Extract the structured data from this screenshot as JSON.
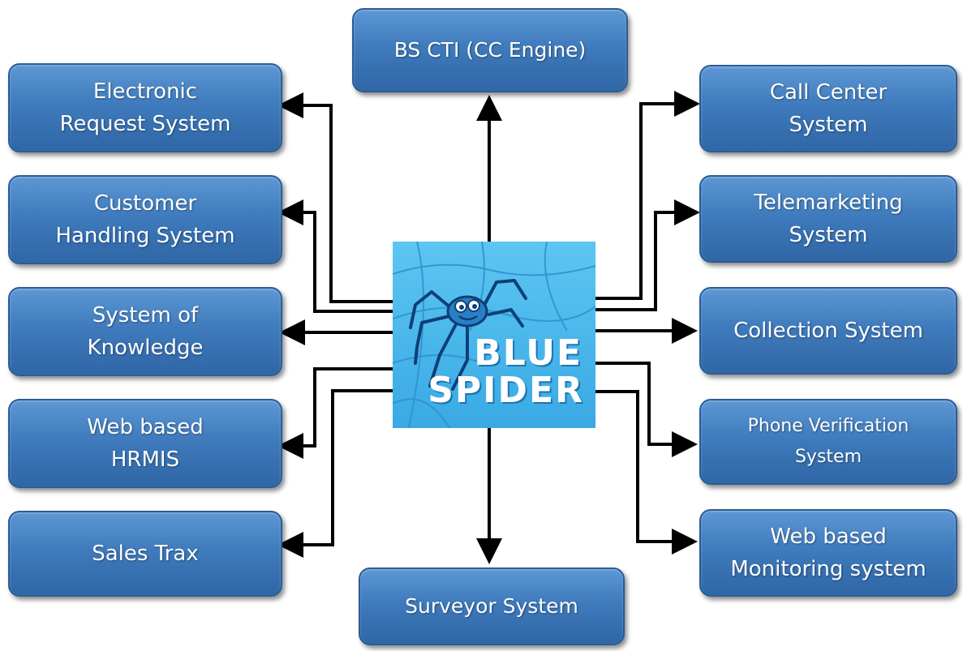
{
  "center": {
    "logo_line1": "BLUE",
    "logo_line2": "SPIDER"
  },
  "nodes": {
    "top": "BS CTI (CC Engine)",
    "bottom": "Surveyor System",
    "left": [
      "Electronic\nRequest System",
      "Customer\nHandling System",
      "System of\nKnowledge",
      "Web based\nHRMIS",
      "Sales Trax"
    ],
    "right": [
      "Call Center\nSystem",
      "Telemarketing\nSystem",
      "Collection System",
      "Phone Verification\nSystem",
      "Web based\nMonitoring system"
    ]
  },
  "colors": {
    "box_fill": "#3f7bbd",
    "box_border": "#2a5c96",
    "logo_fill": "#3aa9e4",
    "connector": "#000000"
  }
}
